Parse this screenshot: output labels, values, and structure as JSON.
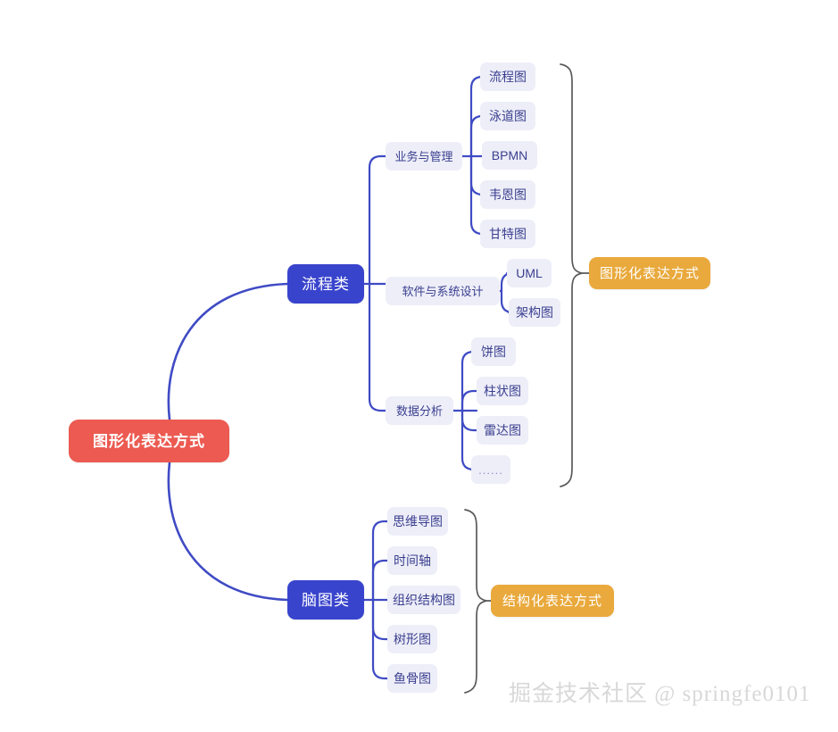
{
  "diagram": {
    "title": "图形化表达方式",
    "root": {
      "label": "图形化表达方式",
      "color": "#ec5a51"
    },
    "branches": [
      {
        "label": "流程类",
        "color": "#3944cd",
        "summary": {
          "label": "图形化表达方式",
          "color": "#e9a93c"
        },
        "groups": [
          {
            "label": "业务与管理",
            "children": [
              "流程图",
              "泳道图",
              "BPMN",
              "韦恩图",
              "甘特图"
            ]
          },
          {
            "label": "软件与系统设计",
            "children": [
              "UML",
              "架构图"
            ]
          },
          {
            "label": "数据分析",
            "children": [
              "饼图",
              "柱状图",
              "雷达图",
              "......"
            ]
          }
        ]
      },
      {
        "label": "脑图类",
        "color": "#3944cd",
        "summary": {
          "label": "结构化表达方式",
          "color": "#e9a93c"
        },
        "groups": [
          {
            "label": "",
            "children": [
              "思维导图",
              "时间轴",
              "组织结构图",
              "树形图",
              "鱼骨图"
            ]
          }
        ]
      }
    ],
    "leaf_color": "#edeef8",
    "leaf_text_color": "#3b3f8f",
    "line_color": "#3f4bc4",
    "brace_color": "#5a5a5a"
  },
  "watermark": {
    "text": "掘金技术社区 @ springfe0101"
  }
}
